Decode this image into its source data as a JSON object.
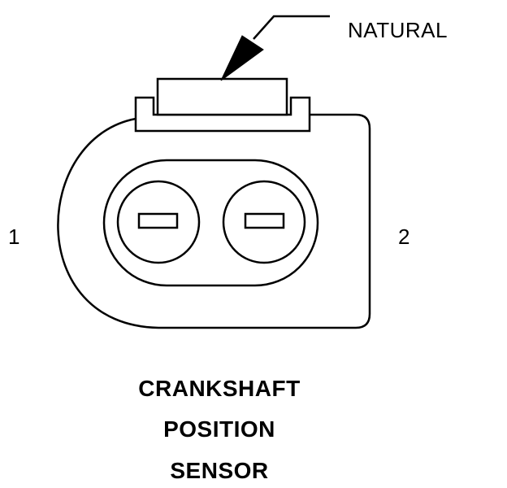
{
  "callout": {
    "label": "NATURAL"
  },
  "pins": {
    "left_label": "1",
    "right_label": "2"
  },
  "title": {
    "line1": "CRANKSHAFT",
    "line2": "POSITION",
    "line3": "SENSOR"
  },
  "colors": {
    "stroke": "#000000",
    "background": "#ffffff"
  }
}
